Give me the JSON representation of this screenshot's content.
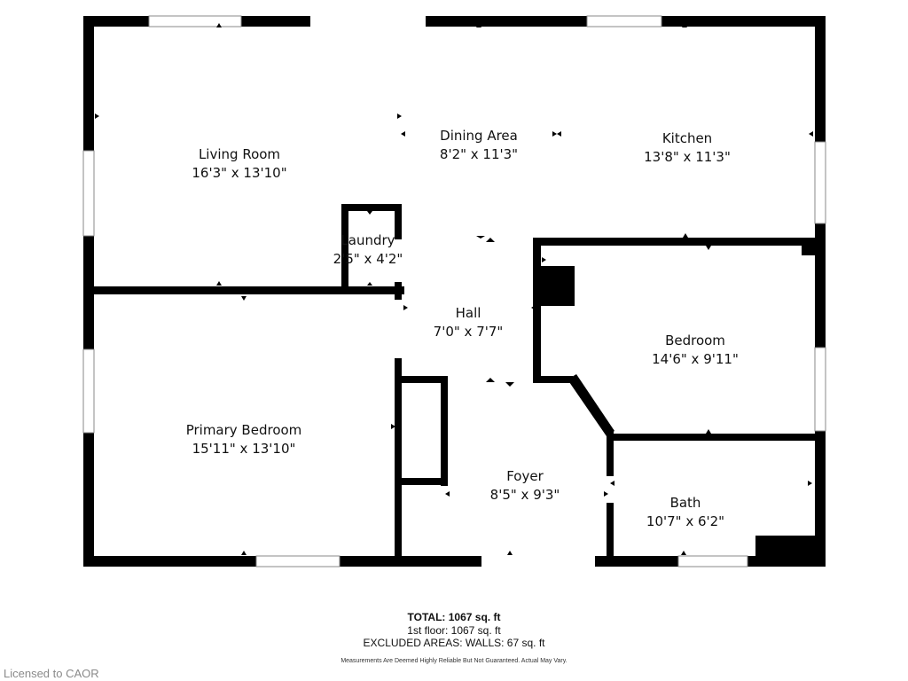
{
  "rooms": {
    "living": {
      "name": "Living Room",
      "dims": "16'3\" x 13'10\""
    },
    "dining": {
      "name": "Dining Area",
      "dims": "8'2\" x 11'3\""
    },
    "kitchen": {
      "name": "Kitchen",
      "dims": "13'8\" x 11'3\""
    },
    "laundry": {
      "name": "Laundry",
      "dims": "2'5\" x 4'2\""
    },
    "hall": {
      "name": "Hall",
      "dims": "7'0\" x 7'7\""
    },
    "bedroom": {
      "name": "Bedroom",
      "dims": "14'6\" x 9'11\""
    },
    "primary": {
      "name": "Primary Bedroom",
      "dims": "15'11\" x 13'10\""
    },
    "foyer": {
      "name": "Foyer",
      "dims": "8'5\" x 9'3\""
    },
    "bath": {
      "name": "Bath",
      "dims": "10'7\" x 6'2\""
    }
  },
  "summary": {
    "total": "TOTAL: 1067 sq. ft",
    "floor": "1st floor: 1067 sq. ft",
    "excluded": "EXCLUDED AREAS: WALLS: 67 sq. ft"
  },
  "disclaimer": "Measurements Are Deemed Highly Reliable But Not Guaranteed. Actual May Vary.",
  "license": "Licensed to CAOR"
}
